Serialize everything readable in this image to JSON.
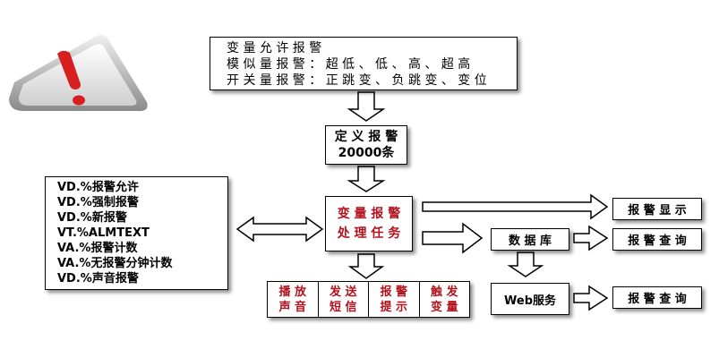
{
  "colors": {
    "accent_red": "#b3111d",
    "border": "#000000",
    "warning_red": "#d62020"
  },
  "icons": {
    "warning": "warning-triangle-icon"
  },
  "top_box": {
    "line1": "变 量 允 许 报 警",
    "line2": "模 似 量 报 警 ： 超 低 、 低 、 高 、 超 高",
    "line3": "开 关 量 报 警 ： 正 跳 变 、 负 跳 变 、 变 位"
  },
  "define_box": {
    "line1": "定 义 报 警",
    "line2": "20000条"
  },
  "left_list": {
    "items": [
      "VD.%报警允许",
      "VD.%强制报警",
      "VD.%新报警",
      "VT.%ALMTEXT",
      "VA.%报警计数",
      "VA.%无报警分钟计数",
      "VD.%声音报警"
    ]
  },
  "process_box": {
    "line1": "变 量 报 警",
    "line2": "处 理 任 务"
  },
  "outputs": [
    {
      "line1": "播 放",
      "line2": "声 音"
    },
    {
      "line1": "发 送",
      "line2": "短 信"
    },
    {
      "line1": "报 警",
      "line2": "提 示"
    },
    {
      "line1": "触 发",
      "line2": "变 量"
    }
  ],
  "display_box": "报 警 显 示",
  "database_box": "数 据 库",
  "query_box_1": "报 警 查 询",
  "web_box": "Web服务",
  "query_box_2": "报 警 查 询"
}
